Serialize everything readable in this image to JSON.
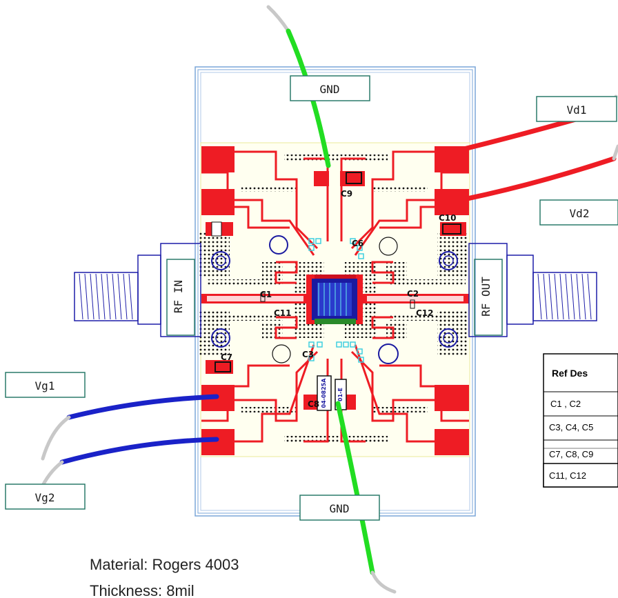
{
  "labels": {
    "gnd_top": "GND",
    "gnd_bottom": "GND",
    "vd1": "Vd1",
    "vd2": "Vd2",
    "vg1": "Vg1",
    "vg2": "Vg2",
    "rf_in": "RF IN",
    "rf_out": "RF OUT"
  },
  "components": {
    "c1": "C1",
    "c2": "C2",
    "c3": "C3",
    "c6": "C6",
    "c7": "C7",
    "c8": "C8",
    "c9": "C9",
    "c10": "C10",
    "c11": "C11",
    "c12": "C12",
    "cap_mark_a": "04-0825A",
    "cap_mark_b": "01-E"
  },
  "table": {
    "header": "Ref Des",
    "rows": [
      "C1 , C2",
      "C3, C4, C5",
      "C7, C8, C9",
      "C11, C12"
    ]
  },
  "notes": {
    "material": "Material: Rogers 4003",
    "thickness": "Thickness: 8mil"
  },
  "colors": {
    "trace_red": "#ee1c24",
    "wire_green": "#22dd22",
    "wire_blue": "#1a22c8",
    "label_box": "#2a7a6a",
    "outline_blue": "#7aa6d8",
    "connector_blue": "#1c1ca8"
  }
}
